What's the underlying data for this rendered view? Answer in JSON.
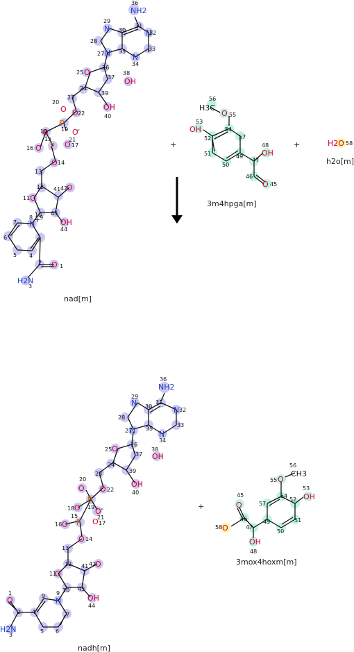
{
  "reaction": {
    "plus_sign": "+",
    "reactants": [
      {
        "id": "nad",
        "label": "nad[m]"
      },
      {
        "id": "m4hpga",
        "label": "3m4hpga[m]"
      },
      {
        "id": "h2o",
        "label": "h2o[m]"
      }
    ],
    "products": [
      {
        "id": "nadh",
        "label": "nadh[m]"
      },
      {
        "id": "mox",
        "label": "3mox4hoxm[m]"
      }
    ]
  },
  "colors": {
    "nucleotide_highlight": "#c9c9f4",
    "substrate_highlight": "#bff3e0",
    "water_highlight": "#fbf3a0",
    "nitrogen": "#1f3fbf",
    "oxygen": "#d2002c",
    "phosphorus": "#d96a00"
  },
  "atoms": {
    "nh2": "NH2",
    "n": "N",
    "o": "O",
    "oh": "OH",
    "p": "P",
    "h3c": "H3C",
    "ch3": "CH3",
    "h2o": "H2O",
    "h2n": "H2N",
    "minus": "-",
    "plus": "+"
  }
}
